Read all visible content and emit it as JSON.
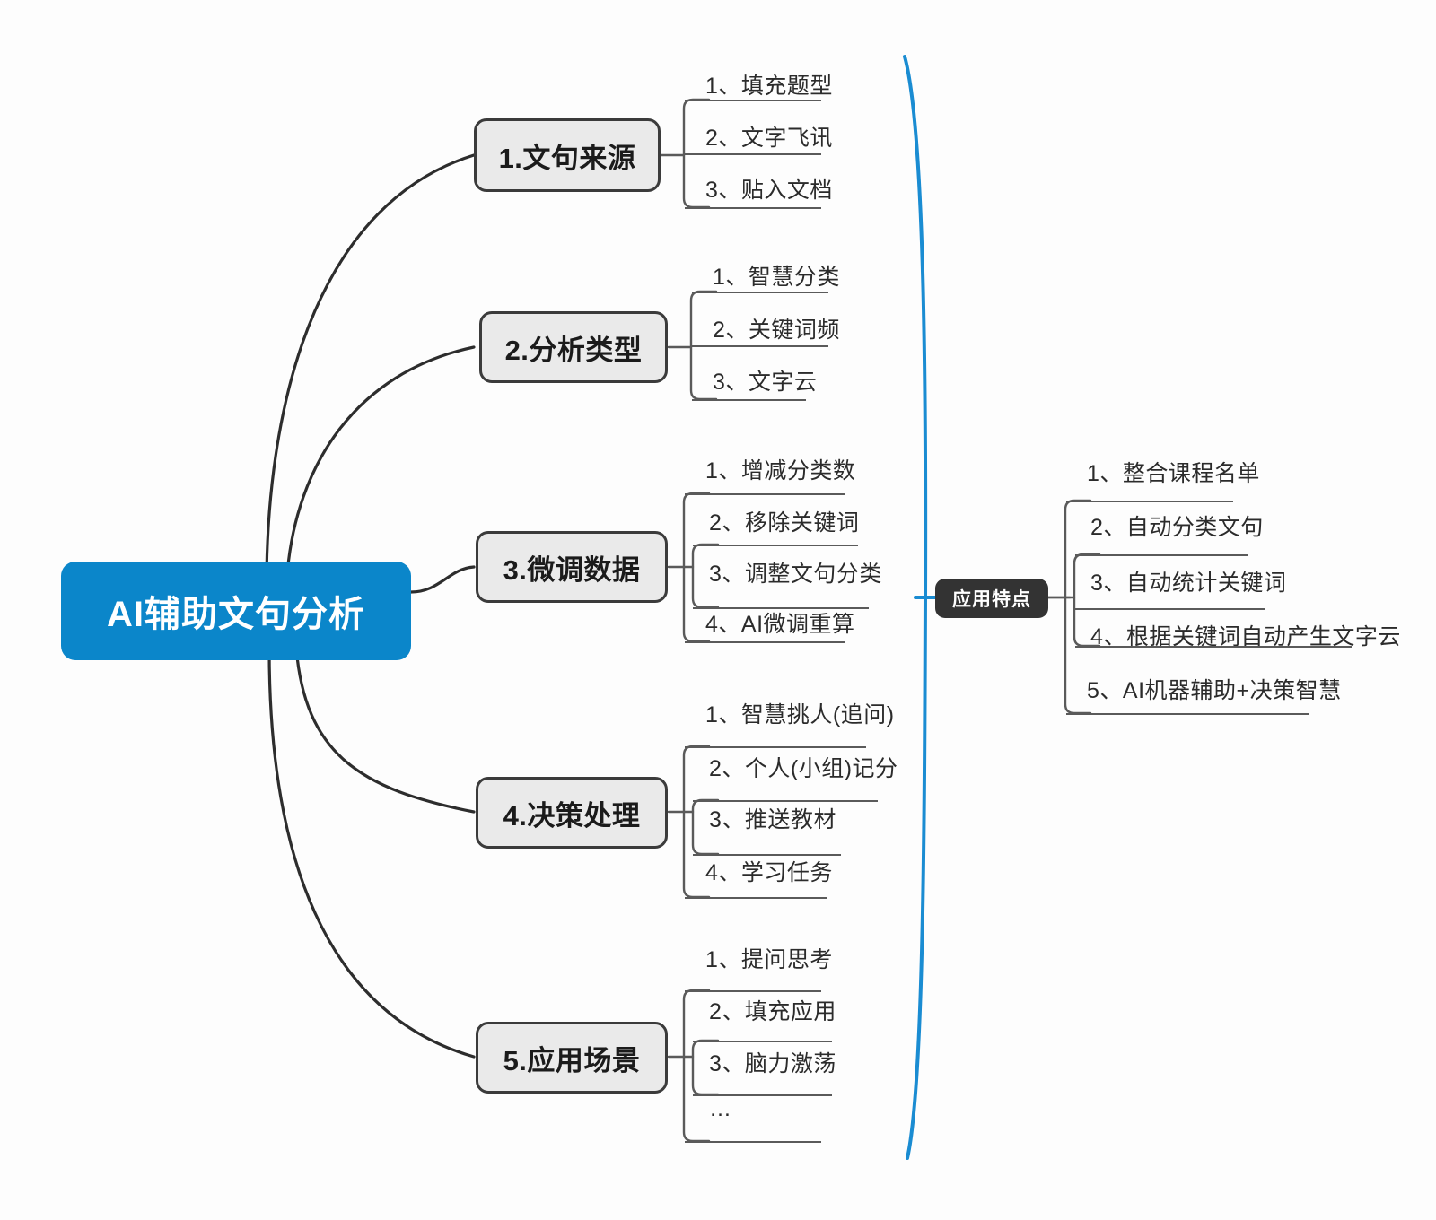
{
  "diagram": {
    "type": "mindmap",
    "title": "AI辅助文句分析",
    "center": {
      "label": "AI辅助文句分析",
      "color": "#0b86ca",
      "text_color": "#ffffff"
    },
    "branch_style": {
      "fill": "#eaeaea",
      "border": "#3b3b3b",
      "text_color": "#1b1b1b"
    },
    "accent_color": "#1a8cd2",
    "branches": [
      {
        "id": "b1",
        "label": "1.文句来源",
        "leaves": [
          "1、填充题型",
          "2、文字飞讯",
          "3、贴入文档"
        ]
      },
      {
        "id": "b2",
        "label": "2.分析类型",
        "leaves": [
          "1、智慧分类",
          "2、关键词频",
          "3、文字云"
        ]
      },
      {
        "id": "b3",
        "label": "3.微调数据",
        "leaves": [
          "1、增减分类数",
          "2、移除关键词",
          "3、调整文句分类",
          "4、AI微调重算"
        ]
      },
      {
        "id": "b4",
        "label": "4.决策处理",
        "leaves": [
          "1、智慧挑人(追问)",
          "2、个人(小组)记分",
          "3、推送教材",
          "4、学习任务"
        ]
      },
      {
        "id": "b5",
        "label": "5.应用场景",
        "leaves": [
          "1、提问思考",
          "2、填充应用",
          "3、脑力激荡",
          "…"
        ]
      }
    ],
    "feature": {
      "label": "应用特点",
      "color": "#333333",
      "text_color": "#ffffff",
      "leaves": [
        "1、整合课程名单",
        "2、自动分类文句",
        "3、自动统计关键词",
        "4、根据关键词自动产生文字云",
        "5、AI机器辅助+决策智慧"
      ]
    }
  }
}
